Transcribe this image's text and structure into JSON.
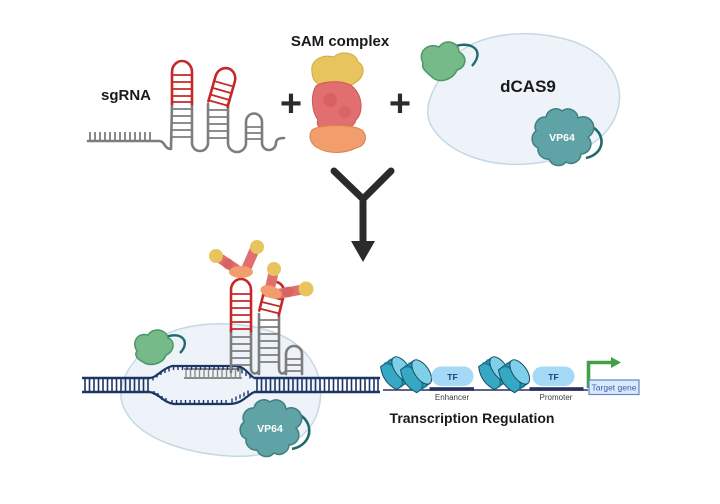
{
  "labels": {
    "sgrna": "sgRNA",
    "plus": "+",
    "sam_complex": "SAM complex",
    "dcas9": "dCAS9",
    "vp64": "VP64",
    "transcription_title": "Transcription Regulation",
    "tf": "TF",
    "enhancer": "Enhancer",
    "promoter": "Promoter",
    "target_gene": "Target gene"
  },
  "colors": {
    "sgrna_red": "#c62828",
    "rna_gray": "#7d7d7d",
    "sam_yellow": "#e8c45e",
    "sam_pink": "#e26f6f",
    "sam_orange": "#f29e6c",
    "blob_fill": "#edf3f8",
    "blob_stroke": "#c6d8e5",
    "green_protein": "#77ba8a",
    "tether": "#1e6b6e",
    "vp64_fill": "#5fa3a6",
    "dna_navy": "#1c3566",
    "hybrid_gray": "#8a8a8a",
    "dark": "#2b2b2b",
    "nuc_light": "#7ecfe8",
    "nuc_mid": "#35a8c4",
    "tf_fill": "#a5daf7",
    "tf_text": "#1c3f77",
    "reg_bar": "#2a3160",
    "arrow_green": "#43a047",
    "target_fill": "#dce9f8",
    "target_border": "#5b87cf",
    "target_text": "#3763b8"
  }
}
